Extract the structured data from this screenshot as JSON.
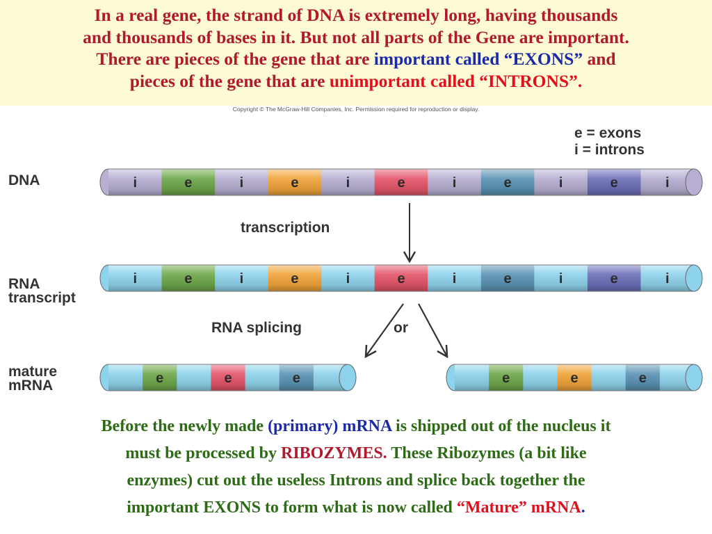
{
  "header": {
    "line1": "In a real gene, the strand of DNA is extremely long, having thousands",
    "line2": "and thousands of bases in it. But not all parts of the Gene are important.",
    "line3_a": "There are pieces of the gene that are ",
    "line3_b": "important called “EXONS”",
    "line3_c": " and",
    "line4_a": "pieces of the gene that are ",
    "line4_b": "unimportant called “INTRONS”."
  },
  "copyright": "Copyright © The McGraw-Hill Companies, Inc. Permission required for reproduction or display.",
  "legend": {
    "exons": "e = exons",
    "introns": "i = introns"
  },
  "labels": {
    "dna": "DNA",
    "rna_1": "RNA",
    "rna_2": "transcript",
    "mrna_1": "mature",
    "mrna_2": "mRNA"
  },
  "processes": {
    "transcription": "transcription",
    "splicing": "RNA splicing",
    "or": "or"
  },
  "colors": {
    "intron": "#b7aed2",
    "exon_green": "#6ea74a",
    "exon_orange": "#f0a43a",
    "exon_red": "#e4566a",
    "exon_teal": "#5a93b4",
    "exon_purple": "#6c6fb8",
    "dna_body": "#b7aed2",
    "rna_body": "#8ed3ec"
  },
  "strands": {
    "dna": {
      "body": "dna_body",
      "segments": [
        {
          "t": "i",
          "c": "intron"
        },
        {
          "t": "e",
          "c": "exon_green"
        },
        {
          "t": "i",
          "c": "intron"
        },
        {
          "t": "e",
          "c": "exon_orange"
        },
        {
          "t": "i",
          "c": "intron"
        },
        {
          "t": "e",
          "c": "exon_red"
        },
        {
          "t": "i",
          "c": "intron"
        },
        {
          "t": "e",
          "c": "exon_teal"
        },
        {
          "t": "i",
          "c": "intron"
        },
        {
          "t": "e",
          "c": "exon_purple"
        },
        {
          "t": "i",
          "c": "intron"
        }
      ]
    },
    "rna": {
      "body": "rna_body",
      "segments": [
        {
          "t": "i",
          "c": "rna_body"
        },
        {
          "t": "e",
          "c": "exon_green"
        },
        {
          "t": "i",
          "c": "rna_body"
        },
        {
          "t": "e",
          "c": "exon_orange"
        },
        {
          "t": "i",
          "c": "rna_body"
        },
        {
          "t": "e",
          "c": "exon_red"
        },
        {
          "t": "i",
          "c": "rna_body"
        },
        {
          "t": "e",
          "c": "exon_teal"
        },
        {
          "t": "i",
          "c": "rna_body"
        },
        {
          "t": "e",
          "c": "exon_purple"
        },
        {
          "t": "i",
          "c": "rna_body"
        }
      ]
    },
    "mrna_left": {
      "body": "rna_body",
      "segments": [
        {
          "t": "",
          "c": "rna_body"
        },
        {
          "t": "e",
          "c": "exon_green"
        },
        {
          "t": "",
          "c": "rna_body"
        },
        {
          "t": "e",
          "c": "exon_red"
        },
        {
          "t": "",
          "c": "rna_body"
        },
        {
          "t": "e",
          "c": "exon_teal"
        },
        {
          "t": "",
          "c": "rna_body"
        }
      ]
    },
    "mrna_right": {
      "body": "rna_body",
      "segments": [
        {
          "t": "",
          "c": "rna_body"
        },
        {
          "t": "e",
          "c": "exon_green"
        },
        {
          "t": "",
          "c": "rna_body"
        },
        {
          "t": "e",
          "c": "exon_orange"
        },
        {
          "t": "",
          "c": "rna_body"
        },
        {
          "t": "e",
          "c": "exon_teal"
        },
        {
          "t": "",
          "c": "rna_body"
        }
      ]
    }
  },
  "bottom": {
    "l1_a": "Before the newly made ",
    "l1_b": "(primary) mRNA",
    "l1_c": " is shipped out of the nucleus it",
    "l2_a": "must be processed by ",
    "l2_b": "RIBOZYMES.",
    "l2_c": "  These Ribozymes (a bit like",
    "l3": "enzymes) cut out the useless Introns and splice back together the",
    "l4_a": "important EXONS to form what is now called ",
    "l4_b": "“Mature” mRNA",
    "l4_c": "."
  }
}
